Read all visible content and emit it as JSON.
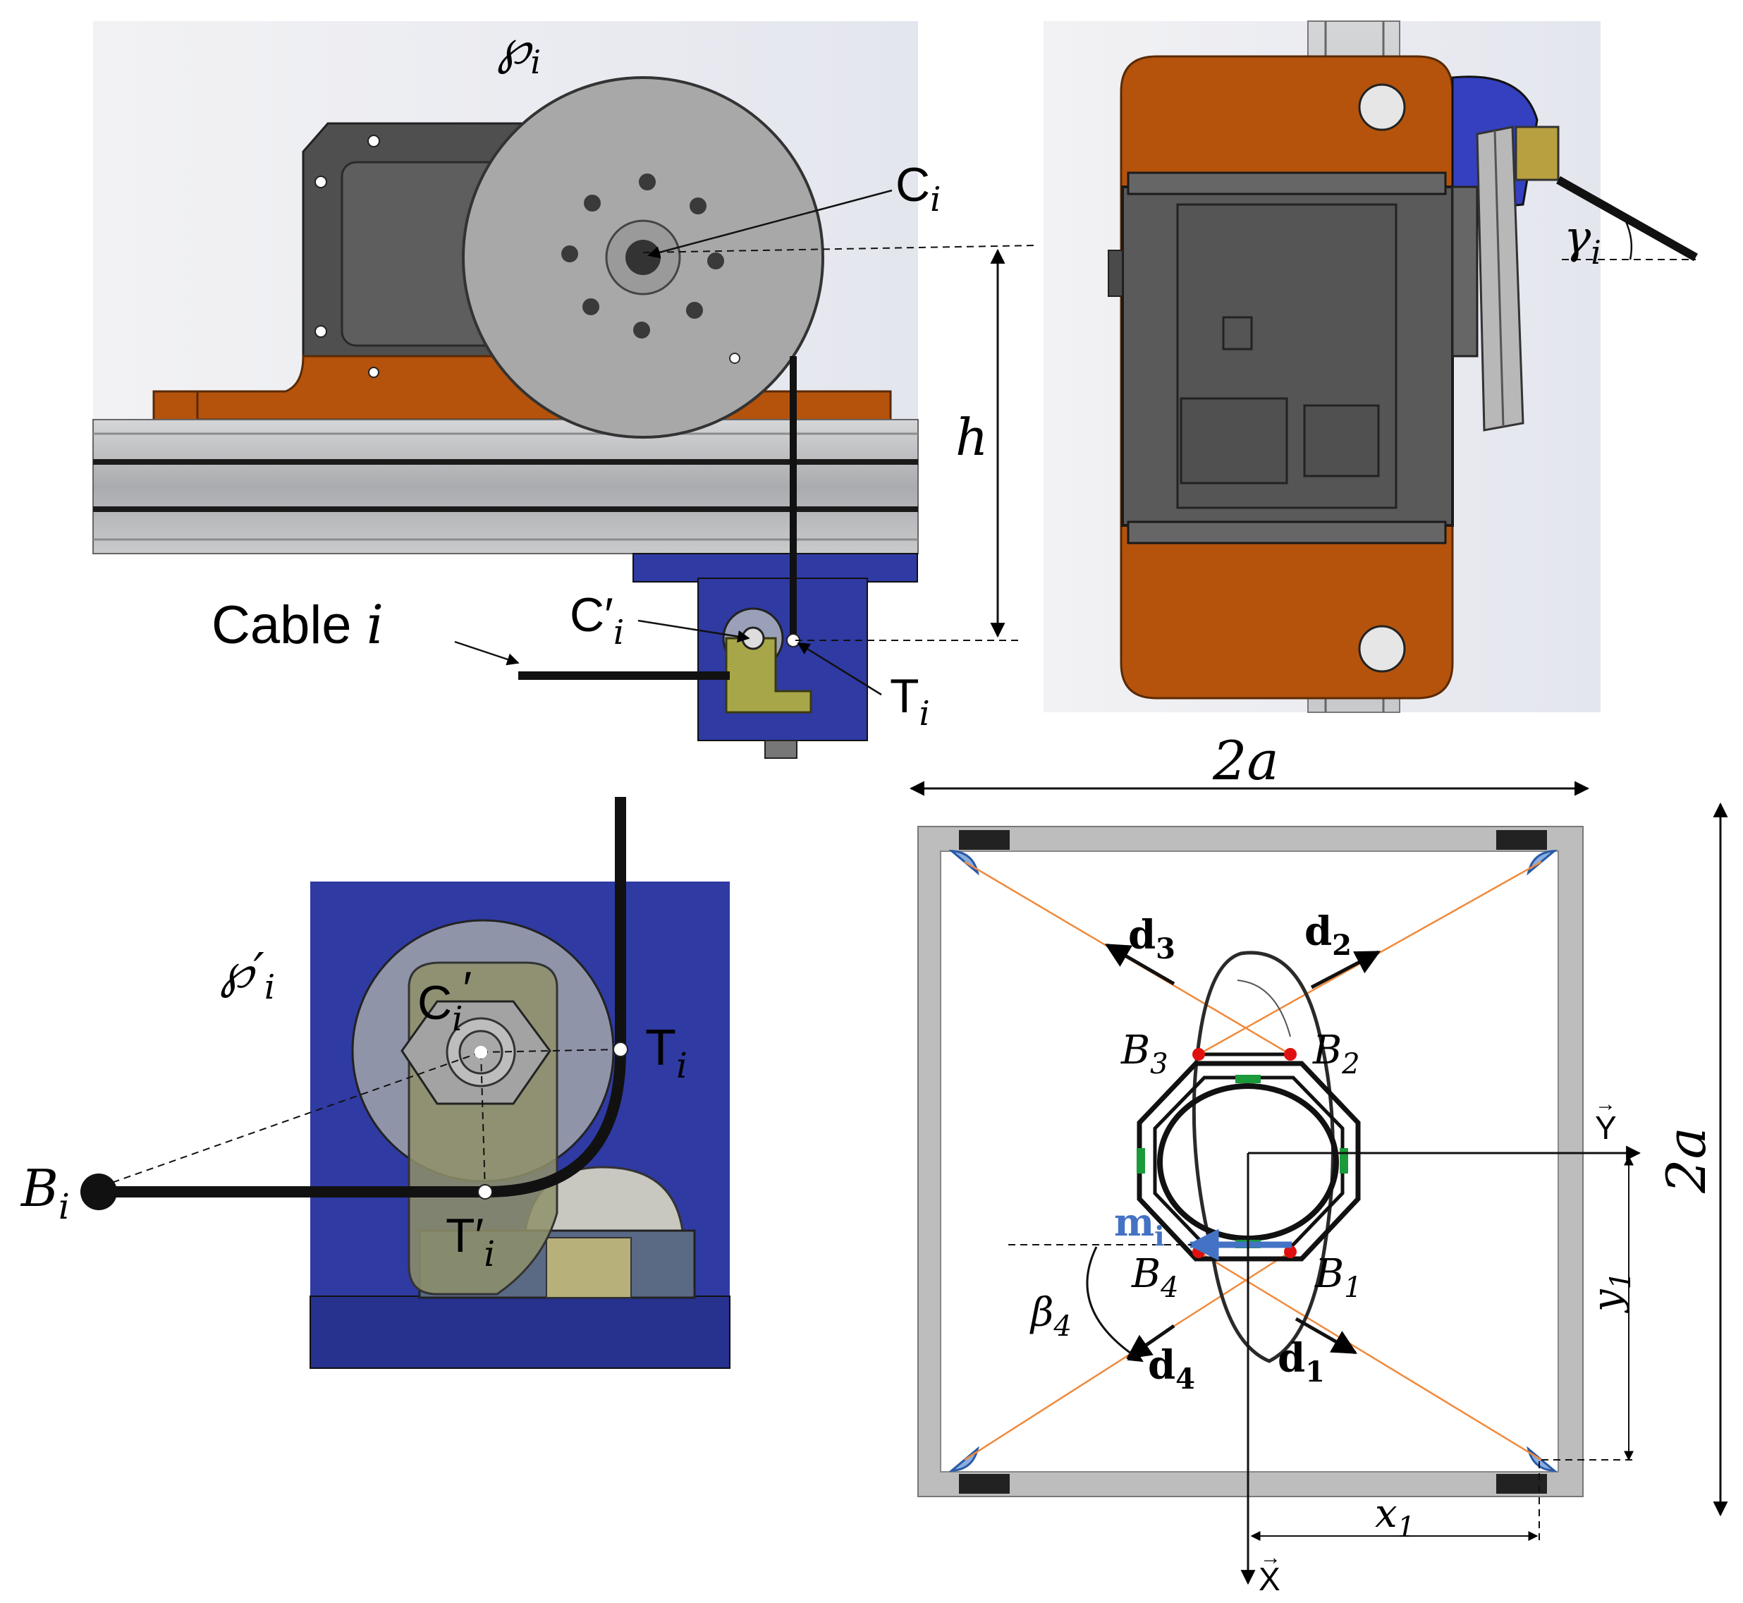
{
  "panels": {
    "side_view": {
      "pulley_symbol": "℘",
      "pulley_sub": "i",
      "center_label": "C",
      "center_sub": "i",
      "height_label": "h",
      "cable_label": "Cable ",
      "cable_index": "i",
      "exit_center_label": "C′",
      "exit_center_sub": "i",
      "tangent_label": "T",
      "tangent_sub": "i"
    },
    "front_view": {
      "angle_label": "γ",
      "angle_sub": "i"
    },
    "detail_view": {
      "pulley_symbol": "℘′",
      "pulley_sub": "i",
      "center_label": "C",
      "center_sub": "i",
      "center_prime": "′",
      "tangent_label": "T",
      "tangent_sub": "i",
      "exit_label": "T′",
      "exit_sub": "i",
      "base_label": "B",
      "base_sub": "i"
    },
    "top_view": {
      "width_label": "2a",
      "height_label": "2a",
      "directions": [
        {
          "label": "d",
          "sub": "1"
        },
        {
          "label": "d",
          "sub": "2"
        },
        {
          "label": "d",
          "sub": "3"
        },
        {
          "label": "d",
          "sub": "4"
        }
      ],
      "anchors": [
        {
          "label": "B",
          "sub": "1"
        },
        {
          "label": "B",
          "sub": "2"
        },
        {
          "label": "B",
          "sub": "3"
        },
        {
          "label": "B",
          "sub": "4"
        }
      ],
      "angle_label": "β",
      "angle_sub": "4",
      "moment_label": "m",
      "moment_sub": "i",
      "y_axis": "Y",
      "x_axis": "X",
      "x_dist": "x",
      "x_dist_sub": "1",
      "y_dist": "y",
      "y_dist_sub": "1"
    }
  },
  "colors": {
    "orange_plate": "#b5530c",
    "motor_dark": "#555555",
    "drum_gray": "#a8a8a8",
    "blue_block": "#2f3aa3",
    "bracket_olive": "#a7a74a",
    "cable_black": "#111111",
    "cable_orange": "#f08a3c",
    "frame_gray": "#bdbdbd",
    "anchor_red": "#e01010",
    "pad_green": "#1a9a3a",
    "moment_blue": "#4472c4"
  }
}
